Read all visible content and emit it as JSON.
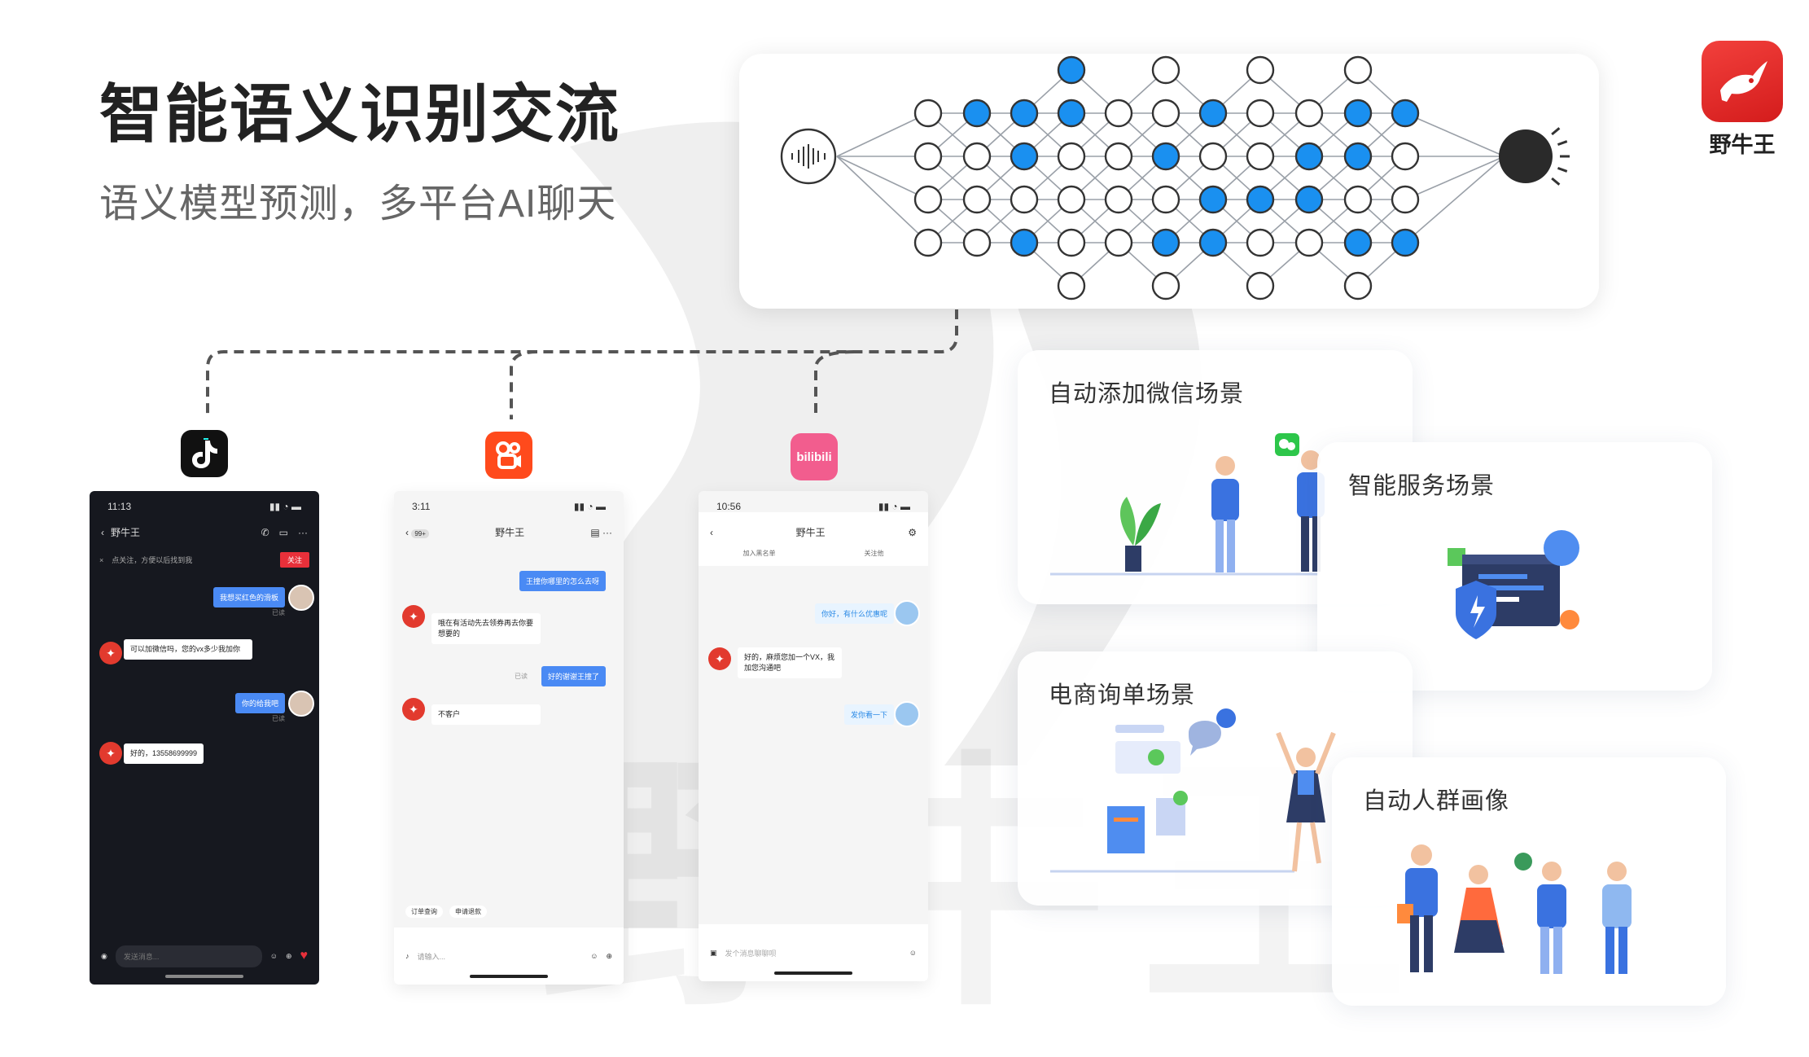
{
  "page": {
    "title": "智能语义识别交流",
    "subtitle": "语义模型预测，多平台AI聊天"
  },
  "brand": {
    "name": "野牛王",
    "watermark": "野牛王",
    "color": "#e02a26"
  },
  "colors": {
    "node_active": "#1a90f0",
    "node_idle": "#ffffff",
    "accent_blue": "#4a8af4",
    "tag_red": "#e8303a"
  },
  "platforms": [
    {
      "name": "douyin-icon"
    },
    {
      "name": "kuaishou-icon"
    },
    {
      "name": "bilibili-icon",
      "label": "bilibili"
    }
  ],
  "douyin_phone": {
    "time": "11:13",
    "contact": "野牛王",
    "notice": "点关注，方便以后找到我",
    "follow_button": "关注",
    "messages": [
      {
        "from": "user",
        "text": "我想买红色的滑板"
      },
      {
        "from": "bot",
        "text": "可以加微信吗，您的vx多少我加你"
      },
      {
        "from": "user",
        "text": "你的给我吧"
      },
      {
        "from": "bot",
        "text": "好的，13558699999"
      }
    ],
    "read_label": "已读",
    "input_placeholder": "发送消息..."
  },
  "kuaishou_phone": {
    "time": "3:11",
    "back_badge": "99+",
    "contact": "野牛王",
    "messages": [
      {
        "from": "user",
        "text": "王撞你哪里的怎么去呀"
      },
      {
        "from": "bot",
        "text": "哦在有活动先去领券再去你要想要的"
      },
      {
        "from": "user",
        "text": "好的谢谢王撞了"
      },
      {
        "from": "bot",
        "text": "不客户"
      }
    ],
    "read_label": "已读",
    "quick_tags": [
      "订单查询",
      "申请退款"
    ],
    "input_placeholder": "请输入..."
  },
  "bilibili_phone": {
    "time": "10:56",
    "contact": "野牛王",
    "actions": [
      "加入黑名单",
      "关注他"
    ],
    "messages": [
      {
        "from": "user",
        "text": "你好，有什么优惠呢"
      },
      {
        "from": "bot",
        "text": "好的，麻烦您加一个VX，我加您沟通吧"
      },
      {
        "from": "user",
        "text": "发你看一下"
      }
    ],
    "input_placeholder": "发个消息聊聊呗"
  },
  "scenes": [
    {
      "title": "自动添加微信场景",
      "icon": "wechat-icon"
    },
    {
      "title": "智能服务场景",
      "icon": "shield-icon"
    },
    {
      "title": "电商询单场景",
      "icon": "chat-bubble-icon"
    },
    {
      "title": "自动人群画像",
      "icon": "people-icon"
    }
  ],
  "neural_net": {
    "input_icon": "audio-wave-icon",
    "output_icon": "light-bulb-icon"
  }
}
